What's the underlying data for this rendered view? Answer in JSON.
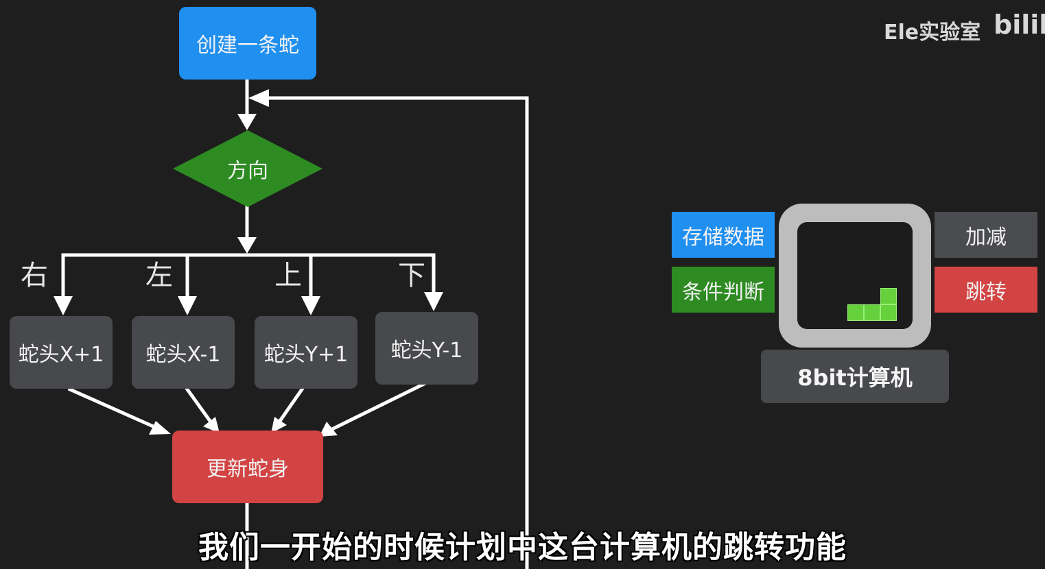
{
  "flowchart": {
    "start": "创建一条蛇",
    "decision": "方向",
    "branches": [
      {
        "label": "右",
        "action": "蛇头X+1"
      },
      {
        "label": "左",
        "action": "蛇头X-1"
      },
      {
        "label": "上",
        "action": "蛇头Y+1"
      },
      {
        "label": "下",
        "action": "蛇头Y-1"
      }
    ],
    "update": "更新蛇身"
  },
  "computer": {
    "tags_left": [
      "存储数据",
      "条件判断"
    ],
    "tags_right": [
      "加减",
      "跳转"
    ],
    "label": "8bit计算机"
  },
  "watermark": {
    "channel": "Ele实验室",
    "site": "bilib"
  },
  "subtitle": "我们一开始的时候计划中这台计算机的跳转功能",
  "colors": {
    "background": "#1e1e1e",
    "start": "#1f8ff0",
    "decision": "#2d8b22",
    "action": "#48494d",
    "update": "#d24443",
    "pixel": "#66d13c"
  }
}
